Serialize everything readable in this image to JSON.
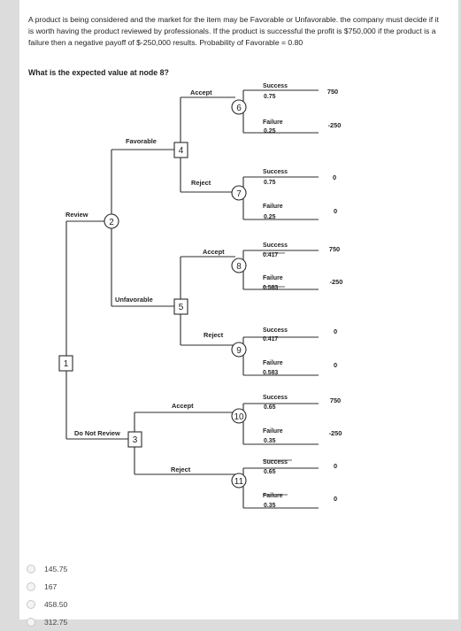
{
  "question": {
    "text": "A product is being considered and the market for the item may be Favorable or Unfavorable. the company must decide if it is worth having the product reviewed by professionals. If the product is successful the profit is $750,000 if the product is a failure then a negative payoff of $-250,000 results. Probability of Favorable = 0.80",
    "ask": "What is the expected value at node 8?"
  },
  "tree": {
    "nodes": [
      "1",
      "2",
      "3",
      "4",
      "5",
      "6",
      "7",
      "8",
      "9",
      "10",
      "11"
    ],
    "branches": {
      "review": "Review",
      "do_not_review": "Do Not Review",
      "favorable": "Favorable",
      "unfavorable": "Unfavorable",
      "accept": "Accept",
      "reject": "Reject",
      "success": "Success",
      "failure": "Failure"
    },
    "probs": {
      "n6_success": "0.75",
      "n6_failure": "0.25",
      "n7_success": "0.75",
      "n7_failure": "0.25",
      "n8_success": "0.417",
      "n8_failure": "0.583",
      "n9_success": "0.417",
      "n9_failure": "0.583",
      "n10_success": "0.65",
      "n10_failure": "0.35",
      "n11_success": "0.65",
      "n11_failure": "0.35"
    },
    "payoffs": {
      "n6_success": "750",
      "n6_failure": "-250",
      "n7_success": "0",
      "n7_failure": "0",
      "n8_success": "750",
      "n8_failure": "-250",
      "n9_success": "0",
      "n9_failure": "0",
      "n10_success": "750",
      "n10_failure": "-250",
      "n11_success": "0",
      "n11_failure": "0"
    }
  },
  "options": [
    "145.75",
    "167",
    "458.50",
    "312.75"
  ]
}
